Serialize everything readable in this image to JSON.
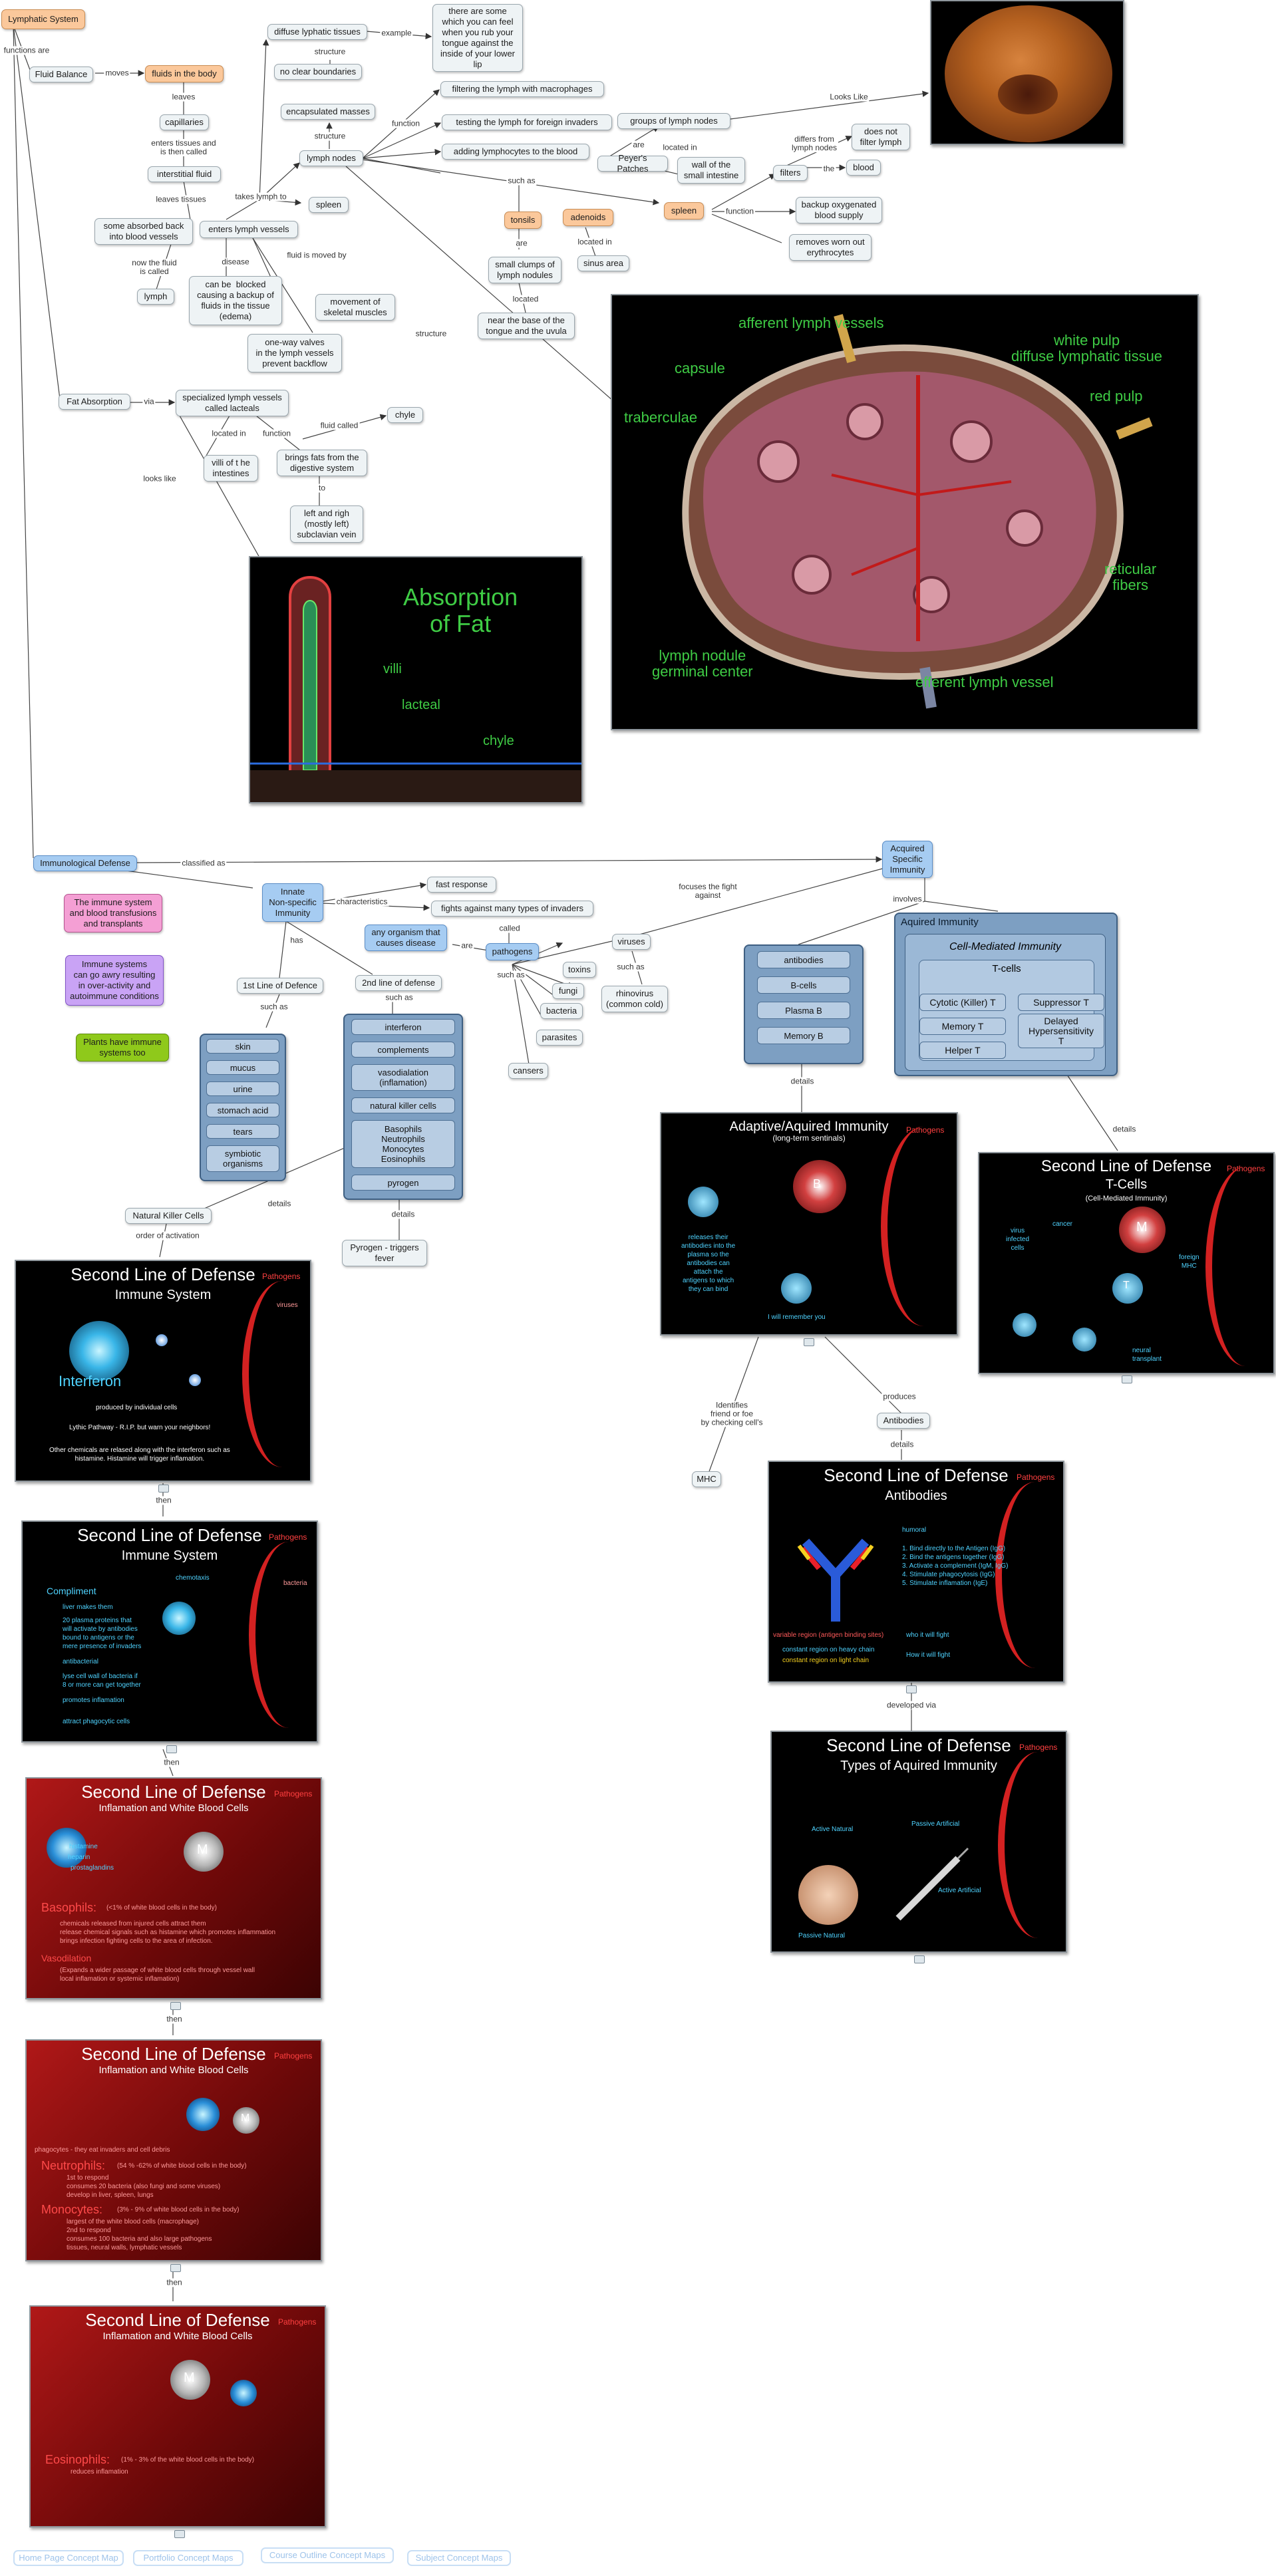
{
  "nodes": {
    "lymphatic_system": "Lymphatic System",
    "functions_are": "functions are",
    "fluid_balance": "Fluid Balance",
    "moves": "moves",
    "fluids_in_body": "fluids in the body",
    "leaves": "leaves",
    "capillaries": "capillaries",
    "enters_tissues": "enters tissues and\nis then called",
    "interstitial_fluid": "interstitial fluid",
    "leaves_tissues": "leaves tissues",
    "some_absorbed": "some absorbed back\ninto blood vessels",
    "enters_lymph_vessels": "enters lymph vessels",
    "now_fluid_called": "now the fluid\nis called",
    "lymph": "lymph",
    "disease": "disease",
    "can_be_blocked": "can be  blocked\ncausing a backup of\nfluids in the tissue\n(edema)",
    "fluid_moved_by": "fluid is moved by",
    "movement_skeletal": "movement of\nskeletal muscles",
    "one_way_valves": "one-way valves\nin the lymph vessels\nprevent backflow",
    "takes_lymph_to": "takes lymph to",
    "spleen_small": "spleen",
    "lymph_nodes": "lymph nodes",
    "structure": "structure",
    "encapsulated_masses": "encapsulated masses",
    "diffuse_lymphatic": "diffuse lyphatic tissues",
    "example": "example",
    "tongue_lymph": "there are some\nwhich you can feel\nwhen you rub your\ntongue against the\ninside of your lower\nlip",
    "no_clear_boundaries": "no clear boundaries",
    "function": "function",
    "filtering": "filtering the lymph with macrophages",
    "testing": "testing the lymph for foreign invaders",
    "adding": "adding lymphocytes to the blood",
    "groups_lymph_nodes": "groups of lymph nodes",
    "are": "are",
    "peyers_patches": "Peyer's Patches",
    "located_in": "located in",
    "wall_small_intestine": "wall of the\nsmall intestine",
    "looks_like": "Looks Like",
    "such_as": "such as",
    "tonsils": "tonsils",
    "adenoids": "adenoids",
    "spleen": "spleen",
    "small_clumps": "small clumps of\nlymph nodules",
    "located": "located",
    "near_base_tongue": "near the base of the\ntongue and the uvula",
    "sinus_area": "sinus area",
    "filters": "filters",
    "differs_from": "differs from\nlymph nodes",
    "does_not_filter": "does not\nfilter lymph",
    "the": "the",
    "blood": "blood",
    "backup_oxygenated": "backup oxygenated\nblood supply",
    "removes_worn": "removes worn out\nerythrocytes",
    "fat_absorption": "Fat Absorption",
    "via": "via",
    "specialized_lymph": "specialized lymph vessels\ncalled lacteals",
    "chyle": "chyle",
    "fluid_called": "fluid called",
    "villi": "villi of t he\nintestines",
    "brings_fats": "brings fats from the\ndigestive system",
    "to": "to",
    "left_right_subclavian": "left and righ\n(mostly left)\nsubclavian vein",
    "looks_like_lower": "looks like",
    "immunological_defense": "Immunological Defense",
    "classified_as": "classified as",
    "acquired_specific": "Acquired\nSpecific\nImmunity",
    "innate": "Innate\nNon-specific\nImmunity",
    "characteristics": "characteristics",
    "fast_response": "fast response",
    "fights_many": "fights against many types of invaders",
    "has": "has",
    "first_line": "1st Line of Defence",
    "second_line": "2nd line of defense",
    "called": "called",
    "any_organism": "any organism that\ncauses disease",
    "pathogens": "pathogens",
    "toxins": "toxins",
    "fungi": "fungi",
    "bacteria": "bacteria",
    "parasites": "parasites",
    "cancers": "cansers",
    "viruses": "viruses",
    "rhinovirus": "rhinovirus\n(common cold)",
    "focuses_fight": "focuses the fight\nagainst",
    "involves": "involves",
    "immune_transfusions": "The immune system\nand blood transfusions\nand transplants",
    "immune_overactivity": "Immune systems\ncan go awry resulting\nin over-activity and\nautoimmune conditions",
    "plants_immune": "Plants have immune\nsystems too",
    "details": "details",
    "natural_killer": "Natural Killer Cells",
    "order_activation": "order of activation",
    "pyrogen": "Pyrogen - triggers\nfever",
    "then": "then",
    "identifies": "Identifies\nfriend or foe\nby checking cell's",
    "mhc": "MHC",
    "produces": "produces",
    "antibodies_node": "Antibodies",
    "developed_via": "developed via"
  },
  "first_line_list": [
    "skin",
    "mucus",
    "urine",
    "stomach acid",
    "tears",
    "symbiotic\norganisms"
  ],
  "second_line_list": [
    "interferon",
    "complements",
    "vasodialation\n(inflamation)",
    "natural killer cells",
    "Basophils\nNeutrophils\nMonocytes\nEosinophils",
    "pyrogen"
  ],
  "acquired_list": [
    "antibodies",
    "B-cells",
    "Plasma B",
    "Memory B"
  ],
  "aquired_immunity_panel": {
    "title": "Aquired Immunity",
    "cell_mediated": "Cell-Mediated Immunity",
    "tcells": "T-cells",
    "items": [
      "Cytotic (Killer) T",
      "Suppressor T",
      "Memory T",
      "Delayed\nHypersensitivity\nT",
      "Helper T"
    ]
  },
  "spleen_diagram": {
    "labels": [
      "afferent lymph vessels",
      "white pulp\ndiffuse lymphatic tissue",
      "capsule",
      "red pulp",
      "traberculae",
      "reticular\nfibers",
      "lymph nodule\ngerminal center",
      "efferent lymph vessel"
    ]
  },
  "fat_panel": {
    "title": "Absorption\nof Fat",
    "villi": "villi",
    "lacteal": "lacteal",
    "chyle": "chyle"
  },
  "panels": {
    "adaptive": {
      "title": "Adaptive/Aquired Immunity",
      "sub": "(long-term sentinals)",
      "pathogens": "Pathogens",
      "text1": "releases their\nantibodies into the\nplasma so the\nantibodies can\nattach the\nantigens to which\nthey can bind",
      "text2": "I will remember you",
      "b": "B"
    },
    "tcells": {
      "title": "Second Line of Defense",
      "sub": "T-Cells",
      "sub2": "(Cell-Mediated Immunity)",
      "pathogens": "Pathogens",
      "m": "M",
      "t": "T",
      "virus_infected": "virus\ninfected\ncells",
      "cancer": "cancer",
      "foreign_mhc": "foreign\nMHC",
      "neural": "neural\ntransplant"
    },
    "interferon": {
      "title": "Second Line of Defense",
      "sub": "Immune System",
      "pathogens": "Pathogens",
      "viruses": "viruses",
      "name": "Interferon",
      "produced": "produced by individual cells",
      "lythic": "Lythic Pathway - R.I.P. but warn your neighbors!",
      "other": "Other chemicals are relased along with the interferon such as\nhistamine. Histamine will trigger inflamation."
    },
    "compliment": {
      "title": "Second Line of Defense",
      "sub": "Immune System",
      "pathogens": "Pathogens",
      "bacteria": "bacteria",
      "name": "Compliment",
      "liver": "liver makes them",
      "plasma": "20 plasma proteins that\nwill activate by antibodies\nbound to antigens or the\nmere presence of invaders",
      "antibacterial": "antibacterial",
      "lyses": "lyse cell wall of bacteria if\n8 or more can get together",
      "promotes": "promotes inflamation",
      "attract": "attract phagocytic cells",
      "chemotaxis": "chemotaxis"
    },
    "antibodies": {
      "title": "Second Line of Defense",
      "sub": "Antibodies",
      "pathogens": "Pathogens",
      "humoral": "humoral",
      "list": "1. Bind directly to the Antigen (IgG)\n2. Bind the antigens together (IgG)\n3. Activate a complement (IgM, IgG)\n4. Stimulate phagocytosis (IgG)\n5. Stimulate inflamation (IgE)",
      "variable": "variable region (antigen binding sites)",
      "constant_heavy": "constant region on heavy chain",
      "constant_light": "constant region on light chain",
      "who": "who it will fight",
      "how": "How it will fight"
    },
    "types": {
      "title": "Second Line of Defense",
      "sub": "Types of Aquired Immunity",
      "pathogens": "Pathogens",
      "active_natural": "Active Natural",
      "passive_artificial": "Passive Artificial",
      "active_artificial": "Active Artificial",
      "passive_natural": "Passive Natural"
    },
    "inflam1": {
      "title": "Second Line of Defense",
      "sub": "Inflamation and White Blood Cells",
      "pathogens": "Pathogens",
      "basophils": "Basophils:",
      "baso_pct": "(<1% of white blood cells in the body)",
      "baso_text": "chemicals released from injured cells attract them\nrelease chemical signals such as histamine which promotes inflammation\nbrings infection fighting cells to the area of infection.",
      "vaso": "Vasodilation",
      "vaso_text": "(Expands a wider passage of white blood cells through vessel wall\nlocal inflamation or systemic inflamation)",
      "histamine": "histamine",
      "heparin": "heparin",
      "prostaglandins": "prostaglandins",
      "m": "M"
    },
    "inflam2": {
      "title": "Second Line of Defense",
      "sub": "Inflamation and White Blood Cells",
      "pathogens": "Pathogens",
      "phago": "phagocytes - they eat invaders and cell debris",
      "neutro": "Neutrophils:",
      "neutro_pct": "(54 % -62% of white blood cells in the body)",
      "neutro_text": "1st to respond\nconsumes 20 bacteria (also fungi and some viruses)\ndevelop in liver, spleen, lungs",
      "mono": "Monocytes:",
      "mono_pct": "(3% - 9% of white blood cells in the body)",
      "mono_text": "largest of the white blood cells (macrophage)\n2nd to respond\nconsumes 100 bacteria and also large pathogens\ntissues, neural walls, lymphatic vessels",
      "m": "M"
    },
    "inflam3": {
      "title": "Second Line of Defense",
      "sub": "Inflamation and White Blood Cells",
      "pathogens": "Pathogens",
      "eosino": "Eosinophils:",
      "eosino_pct": "(1% - 3% of the white blood cells in the body)",
      "eosino_text": "reduces inflamation",
      "m": "M"
    }
  },
  "pathogen_side_labels": [
    "viruses",
    "bacteria",
    "fungi",
    "parasites",
    "cancer",
    "toxins"
  ],
  "footer": [
    "Home Page Concept Map",
    "Portfolio Concept Maps",
    "Course Outline Concept Maps",
    "Subject Concept Maps"
  ],
  "colors": {
    "accent_orange": "#fbc89b",
    "node_fill": "#eef3f5",
    "blue_node": "#a6ccf2",
    "pathogen_red": "#ff4040",
    "label_green": "#3fcc45"
  }
}
